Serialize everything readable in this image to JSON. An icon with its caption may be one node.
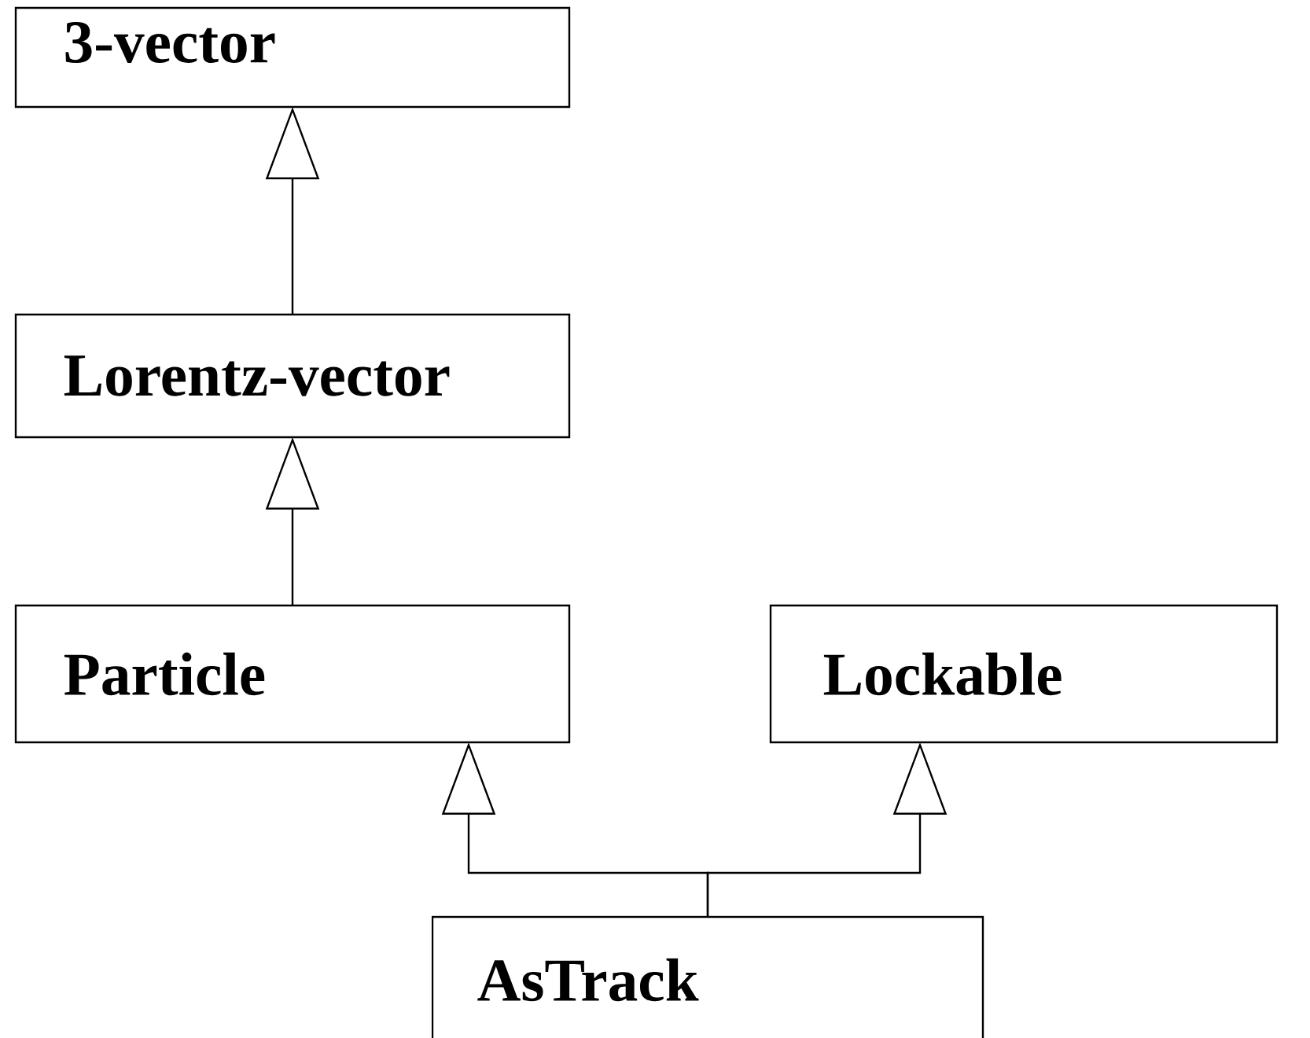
{
  "diagram": {
    "nodes": [
      {
        "text": [
          "3-vector"
        ]
      },
      {
        "text": [
          "Lorentz-vector"
        ]
      },
      {
        "text": [
          "Particle"
        ]
      },
      {
        "text": [
          "Lockable"
        ]
      },
      {
        "text": [
          "AsTrack"
        ]
      }
    ],
    "edges": [
      {
        "from": 1,
        "to": 0,
        "arrow": "to"
      },
      {
        "from": 2,
        "to": 1,
        "arrow": "to"
      },
      {
        "from": 4,
        "to": 2,
        "arrow": "to"
      },
      {
        "from": 4,
        "to": 3,
        "arrow": "to"
      }
    ]
  }
}
